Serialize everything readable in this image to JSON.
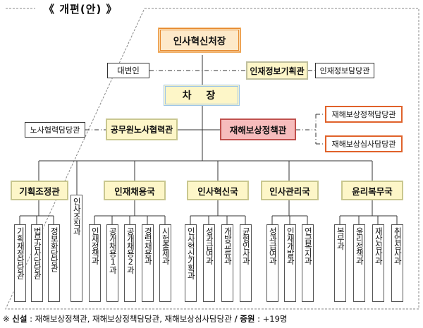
{
  "header": {
    "title": "《 개편(안) 》"
  },
  "top": {
    "chief": "인사혁신처장",
    "spokesperson": "대변인",
    "info_planning": "인재정보기획관",
    "info_officer": "인재정보담당관",
    "vice": "차 장"
  },
  "vice_level": {
    "labor_officer": "노사협력담당관",
    "labor_director": "공무원노사협력관",
    "comp_director": "재해보상정책관",
    "comp_policy_officer": "재해보상정책담당관",
    "comp_review_officer": "재해보상심사담당관"
  },
  "bureaus": [
    {
      "name": "기획조정관",
      "divisions": [
        "기획재정담당관",
        "법무감사담당관",
        "정보화담당관"
      ]
    },
    {
      "name": "인재채용국",
      "divisions": [
        "인재정책과",
        "공개채용1과",
        "공개채용2과",
        "경력채용과",
        "시험출제과"
      ]
    },
    {
      "name": "인사혁신국",
      "divisions": [
        "인사혁신기획과",
        "성과급여과",
        "개방교류과",
        "균형인사과"
      ]
    },
    {
      "name": "인사관리국",
      "divisions": [
        "성과급여과",
        "인재개발과",
        "연금복지과"
      ]
    },
    {
      "name": "윤리복무국",
      "divisions": [
        "복무과",
        "윤리정책과",
        "재산심사과",
        "취업심사과"
      ]
    }
  ],
  "standalone_division": "인사조직과",
  "footer": {
    "symbol": "※",
    "new_label": "신설",
    "new_items": "재해보상정책관, 재해보상정책담당관, 재해보상심사담당관",
    "separator": "/",
    "increase_label": "증원",
    "increase_value": "+19명"
  },
  "colors": {
    "chief_fill": "#fde9c9",
    "chief_border": "#e68a2e",
    "vice_fill": "#fdf6c8",
    "vice_border": "#9ec6e6",
    "director_fill": "#fdf6c8",
    "comp_fill": "#f6bcbc",
    "comp_border": "#c0504d",
    "new_border": "#e0622a",
    "bureau_fill": "#fdf6c8"
  }
}
